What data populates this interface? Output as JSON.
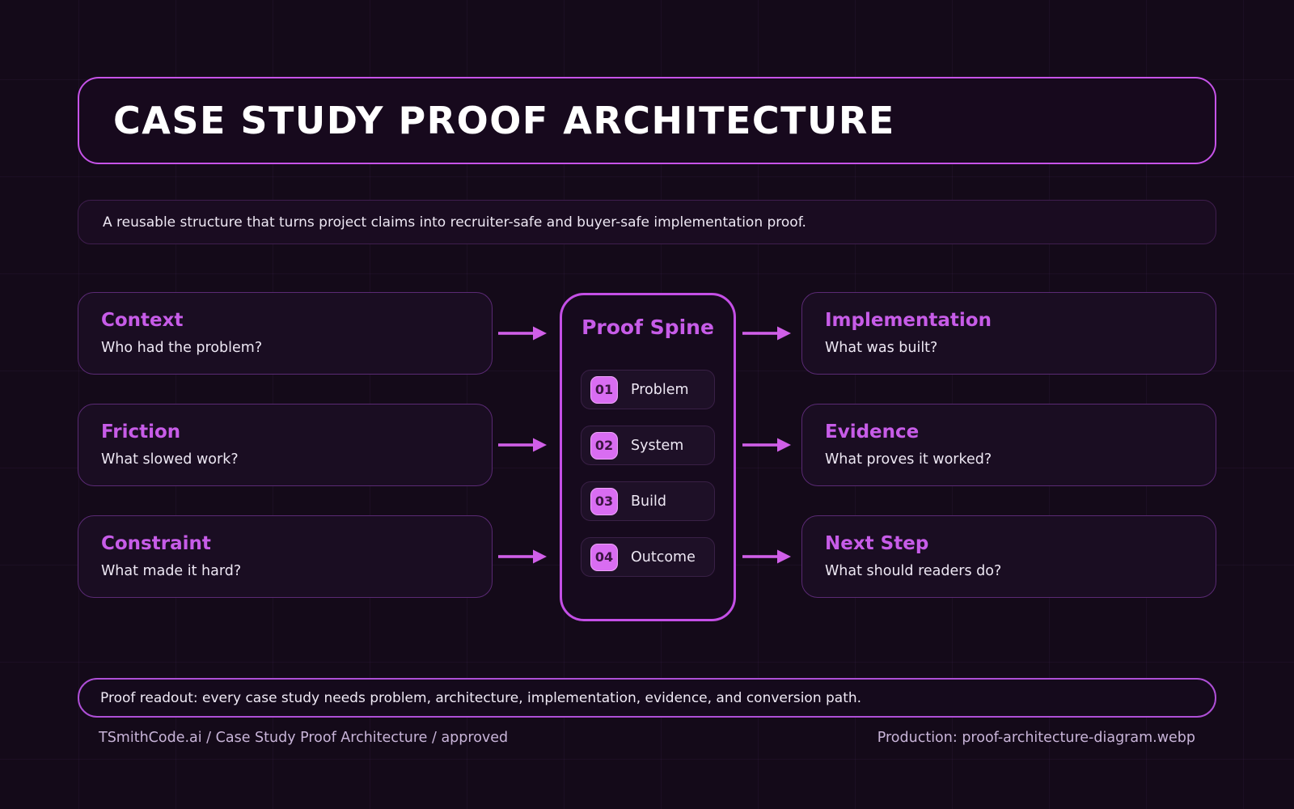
{
  "title": "CASE STUDY PROOF ARCHITECTURE",
  "subtitle": "A reusable structure that turns project claims into recruiter-safe and buyer-safe implementation proof.",
  "left_boxes": [
    {
      "heading": "Context",
      "body": "Who had the problem?"
    },
    {
      "heading": "Friction",
      "body": "What slowed work?"
    },
    {
      "heading": "Constraint",
      "body": "What made it hard?"
    }
  ],
  "spine": {
    "title": "Proof Spine",
    "steps": [
      {
        "num": "01",
        "label": "Problem"
      },
      {
        "num": "02",
        "label": "System"
      },
      {
        "num": "03",
        "label": "Build"
      },
      {
        "num": "04",
        "label": "Outcome"
      }
    ]
  },
  "right_boxes": [
    {
      "heading": "Implementation",
      "body": "What was built?"
    },
    {
      "heading": "Evidence",
      "body": "What proves it worked?"
    },
    {
      "heading": "Next Step",
      "body": "What should readers do?"
    }
  ],
  "readout": "Proof readout: every case study needs problem, architecture, implementation, evidence, and conversion path.",
  "footer": {
    "left": "TSmithCode.ai / Case Study Proof Architecture / approved",
    "right": "Production: proof-architecture-diagram.webp"
  },
  "colors": {
    "background": "#140a19",
    "accent": "#c653e8",
    "accent-bright": "#d56cf0",
    "box-border": "#5a2a74",
    "box-bg": "#1a0d22",
    "heading": "#c75ce8",
    "body-text": "#ede7f3",
    "badge-bg": "#d96df2",
    "badge-text": "#3a1540",
    "footer-text": "#c8b4d8"
  }
}
